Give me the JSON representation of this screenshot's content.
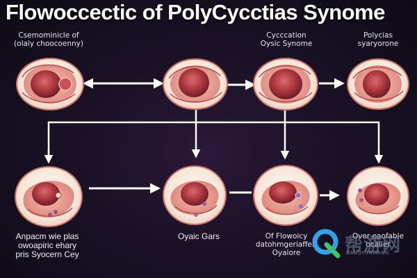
{
  "title": "Flowoccectic of PolyCycctias Synome",
  "nodes": [
    {
      "id": "n1",
      "label_lines": [
        "Csemominicle of",
        "(olaly choocoenny)"
      ],
      "icon": "ovary-illustration-icon"
    },
    {
      "id": "n2",
      "label_lines": [],
      "icon": "ovary-illustration-icon"
    },
    {
      "id": "n3",
      "label_lines": [
        "Cycccation",
        "Oysic Synome"
      ],
      "icon": "ovary-illustration-icon"
    },
    {
      "id": "n4",
      "label_lines": [
        "Polycias",
        "syaryorone"
      ],
      "icon": "ovary-illustration-icon"
    },
    {
      "id": "n5",
      "label_lines": [
        "Anpacm wie plas",
        "owoapiric ehary",
        "pris Syocern Cey"
      ],
      "icon": "uterus-illustration-icon"
    },
    {
      "id": "n6",
      "label_lines": [
        "Oyaic Gars"
      ],
      "icon": "uterus-illustration-icon"
    },
    {
      "id": "n7",
      "label_lines": [
        "Of Flowoicy",
        "datohmgeriaffeir",
        "Oyalore"
      ],
      "icon": "uterus-illustration-icon"
    },
    {
      "id": "n8",
      "label_lines": [
        "Over eaofable",
        "ocaiier"
      ],
      "icon": "uterus-illustration-icon"
    }
  ],
  "edges": [
    {
      "from": "n1",
      "to": "n2",
      "style": "double-arrow"
    },
    {
      "from": "n2",
      "to": "n3",
      "style": "arrow"
    },
    {
      "from": "n3",
      "to": "n4",
      "style": "arrow"
    },
    {
      "from": "top-bus",
      "to": "n5",
      "style": "arrow-down"
    },
    {
      "from": "top-bus",
      "to": "n6",
      "style": "arrow-down"
    },
    {
      "from": "top-bus",
      "to": "n7",
      "style": "arrow-down"
    },
    {
      "from": "top-bus",
      "to": "n8",
      "style": "arrow-down"
    },
    {
      "from": "n5",
      "to": "n6",
      "style": "arrow"
    },
    {
      "from": "n6",
      "to": "n7",
      "style": "line"
    },
    {
      "from": "n7",
      "to": "n8",
      "style": "arrow"
    }
  ],
  "watermark": {
    "text": "帮游网",
    "sub": "BANGYUNWANG",
    "icon": "q-logo-icon"
  },
  "colors": {
    "background": "#1a1126",
    "disc": "#f7efe6",
    "tissue": "#e79a8a",
    "core": "#a8343c",
    "arrow": "#ffffff"
  }
}
